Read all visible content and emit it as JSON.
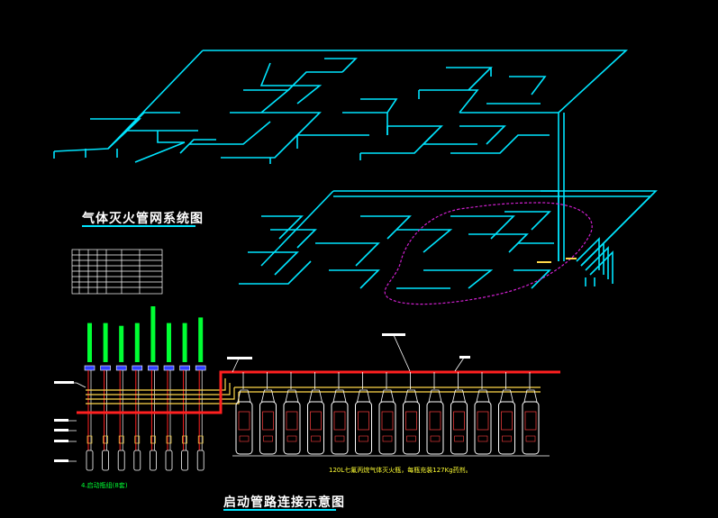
{
  "colors": {
    "background": "#000000",
    "pipe_network": "#00e5ff",
    "manifold": "#ff2020",
    "start_pipe": "#ffd84a",
    "activation_bar": "#00ff33",
    "zone_boundary": "#d020d0",
    "cylinder_outline": "#ffffff",
    "label_text": "#ffffff",
    "note_text": "#ffff33"
  },
  "system_diagram": {
    "title": "气体灭火管网系统图"
  },
  "startup_diagram": {
    "title": "启动管路连接示意图",
    "note": "120L七氟丙烷气体灭火瓶，每瓶充装127Kg药剂。",
    "group_label": "4.启动瓶组(8套)",
    "activation_bar_levels": [
      0.7,
      0.7,
      0.65,
      0.7,
      1.0,
      0.7,
      0.7,
      0.8
    ],
    "cylinder_count": 13
  }
}
